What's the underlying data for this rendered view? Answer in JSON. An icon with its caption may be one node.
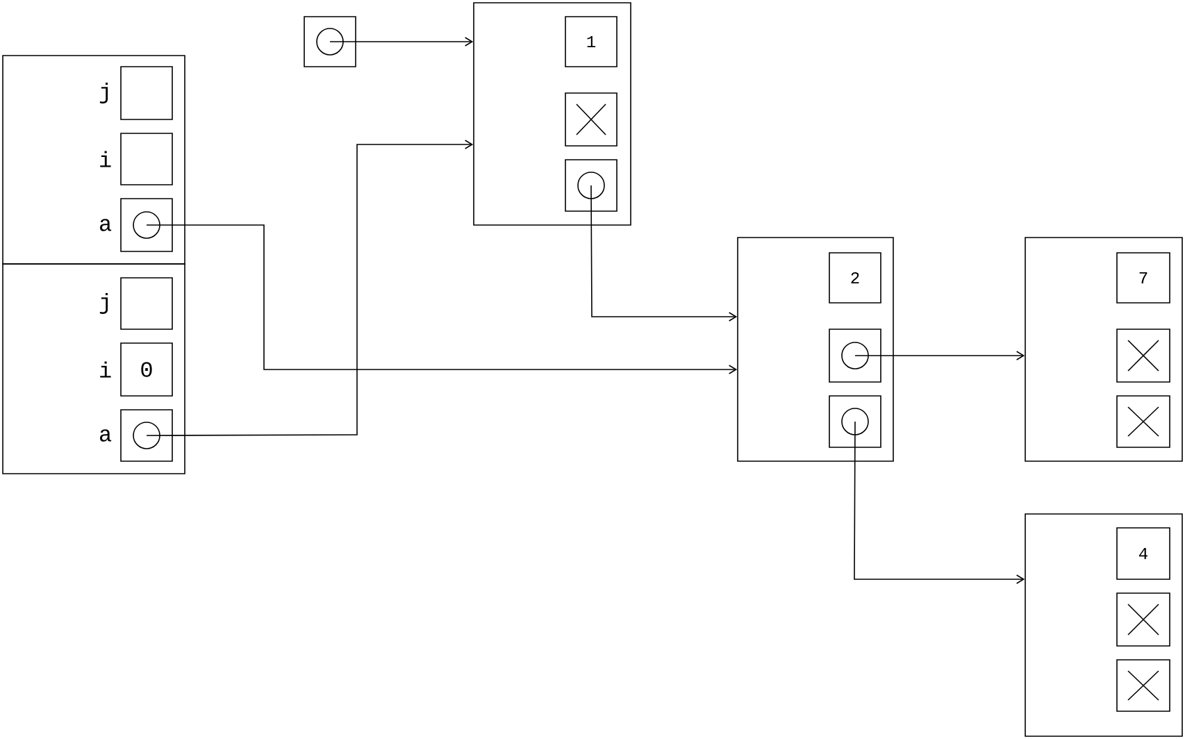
{
  "diagram": {
    "nodes": [
      {
        "text": [],
        "shape": "box"
      },
      {
        "text": [],
        "shape": "box"
      },
      {
        "text": [
          "j"
        ],
        "in": 1
      },
      {
        "text": [
          "i"
        ],
        "in": 1
      },
      {
        "text": [
          "a"
        ],
        "in": 1
      },
      {
        "text": [],
        "shape": "box"
      },
      {
        "text": [
          "j"
        ],
        "in": 5
      },
      {
        "text": [
          "i",
          "0"
        ],
        "in": 5
      },
      {
        "text": [
          "a"
        ],
        "in": 5
      },
      {
        "text": [],
        "shape": "box"
      },
      {
        "text": [
          "1"
        ],
        "in": 9
      },
      {
        "text": [],
        "shape": "cross",
        "in": 9
      },
      {
        "text": [],
        "shape": "box",
        "in": 9
      },
      {
        "text": [],
        "shape": "box"
      },
      {
        "text": [
          "2"
        ],
        "in": 13
      },
      {
        "text": [],
        "shape": "box",
        "in": 13
      },
      {
        "text": [],
        "shape": "box",
        "in": 13
      },
      {
        "text": [],
        "shape": "box"
      },
      {
        "text": [
          "7"
        ],
        "in": 17
      },
      {
        "text": [],
        "shape": "cross",
        "in": 17
      },
      {
        "text": [],
        "shape": "cross",
        "in": 17
      },
      {
        "text": [],
        "shape": "box"
      },
      {
        "text": [
          "4"
        ],
        "in": 21
      },
      {
        "text": [],
        "shape": "cross",
        "in": 21
      },
      {
        "text": [],
        "shape": "cross",
        "in": 21
      }
    ],
    "edges": [
      {
        "from": 0,
        "to": 9,
        "arrow": "to"
      },
      {
        "from": 8,
        "to": 9,
        "arrow": "to"
      },
      {
        "from": 4,
        "to": 13,
        "arrow": "to"
      },
      {
        "from": 12,
        "to": 13,
        "arrow": "to"
      },
      {
        "from": 15,
        "to": 17,
        "arrow": "to"
      },
      {
        "from": 16,
        "to": 21,
        "arrow": "to"
      }
    ]
  }
}
